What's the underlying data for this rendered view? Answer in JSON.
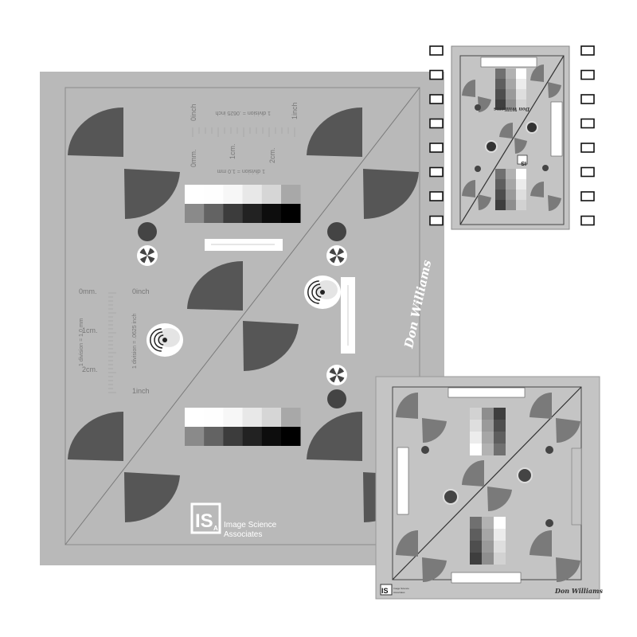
{
  "main_target": {
    "ruler_top": {
      "inch_start": "0inch",
      "inch_end": "1inch",
      "inch_division": "1 division = .0625 inch",
      "mm_start": "0mm.",
      "mm_1cm": "1cm.",
      "mm_2cm": "2cm.",
      "mm_division": "1 division = 1.0 mm"
    },
    "ruler_left": {
      "mm_start": "0mm.",
      "mm_1cm": "1cm.",
      "mm_2cm": "2cm.",
      "mm_division": "1 division = 1.0 mm",
      "inch_start": "0inch",
      "inch_end": "1inch",
      "inch_division": "1 division = .0625 inch"
    },
    "logo": {
      "mark": "IS",
      "subscript": "A",
      "line1": "Image Science",
      "line2": "Associates"
    },
    "signature": "Don Williams",
    "gray_scale_top_row": [
      "#ffffff",
      "#fefefe",
      "#f7f7f7",
      "#e8e8e8",
      "#d6d6d6",
      "#a8a8a8"
    ],
    "gray_scale_bottom_row": [
      "#8a8a8a",
      "#636363",
      "#3c3c3c",
      "#222222",
      "#0d0d0d",
      "#000000"
    ],
    "background_color": "#b9b9b9",
    "shape_color": "#565656"
  },
  "small_target_top": {
    "logo": {
      "mark": "IS"
    },
    "signature": "Don Williams"
  },
  "small_target_bottom": {
    "logo": {
      "mark": "IS",
      "line1": "Image Science",
      "line2": "Associates"
    },
    "signature": "Don Williams",
    "patch_grid": [
      [
        "#d2d2d2",
        "#8e8e8e",
        "#3e3e3e"
      ],
      [
        "#dedede",
        "#9a9a9a",
        "#4e4e4e"
      ],
      [
        "#ececec",
        "#a6a6a6",
        "#5e5e5e"
      ],
      [
        "#ffffff",
        "#b2b2b2",
        "#707070"
      ]
    ]
  },
  "film_perforations": {
    "left_count": 8,
    "right_count": 8
  }
}
